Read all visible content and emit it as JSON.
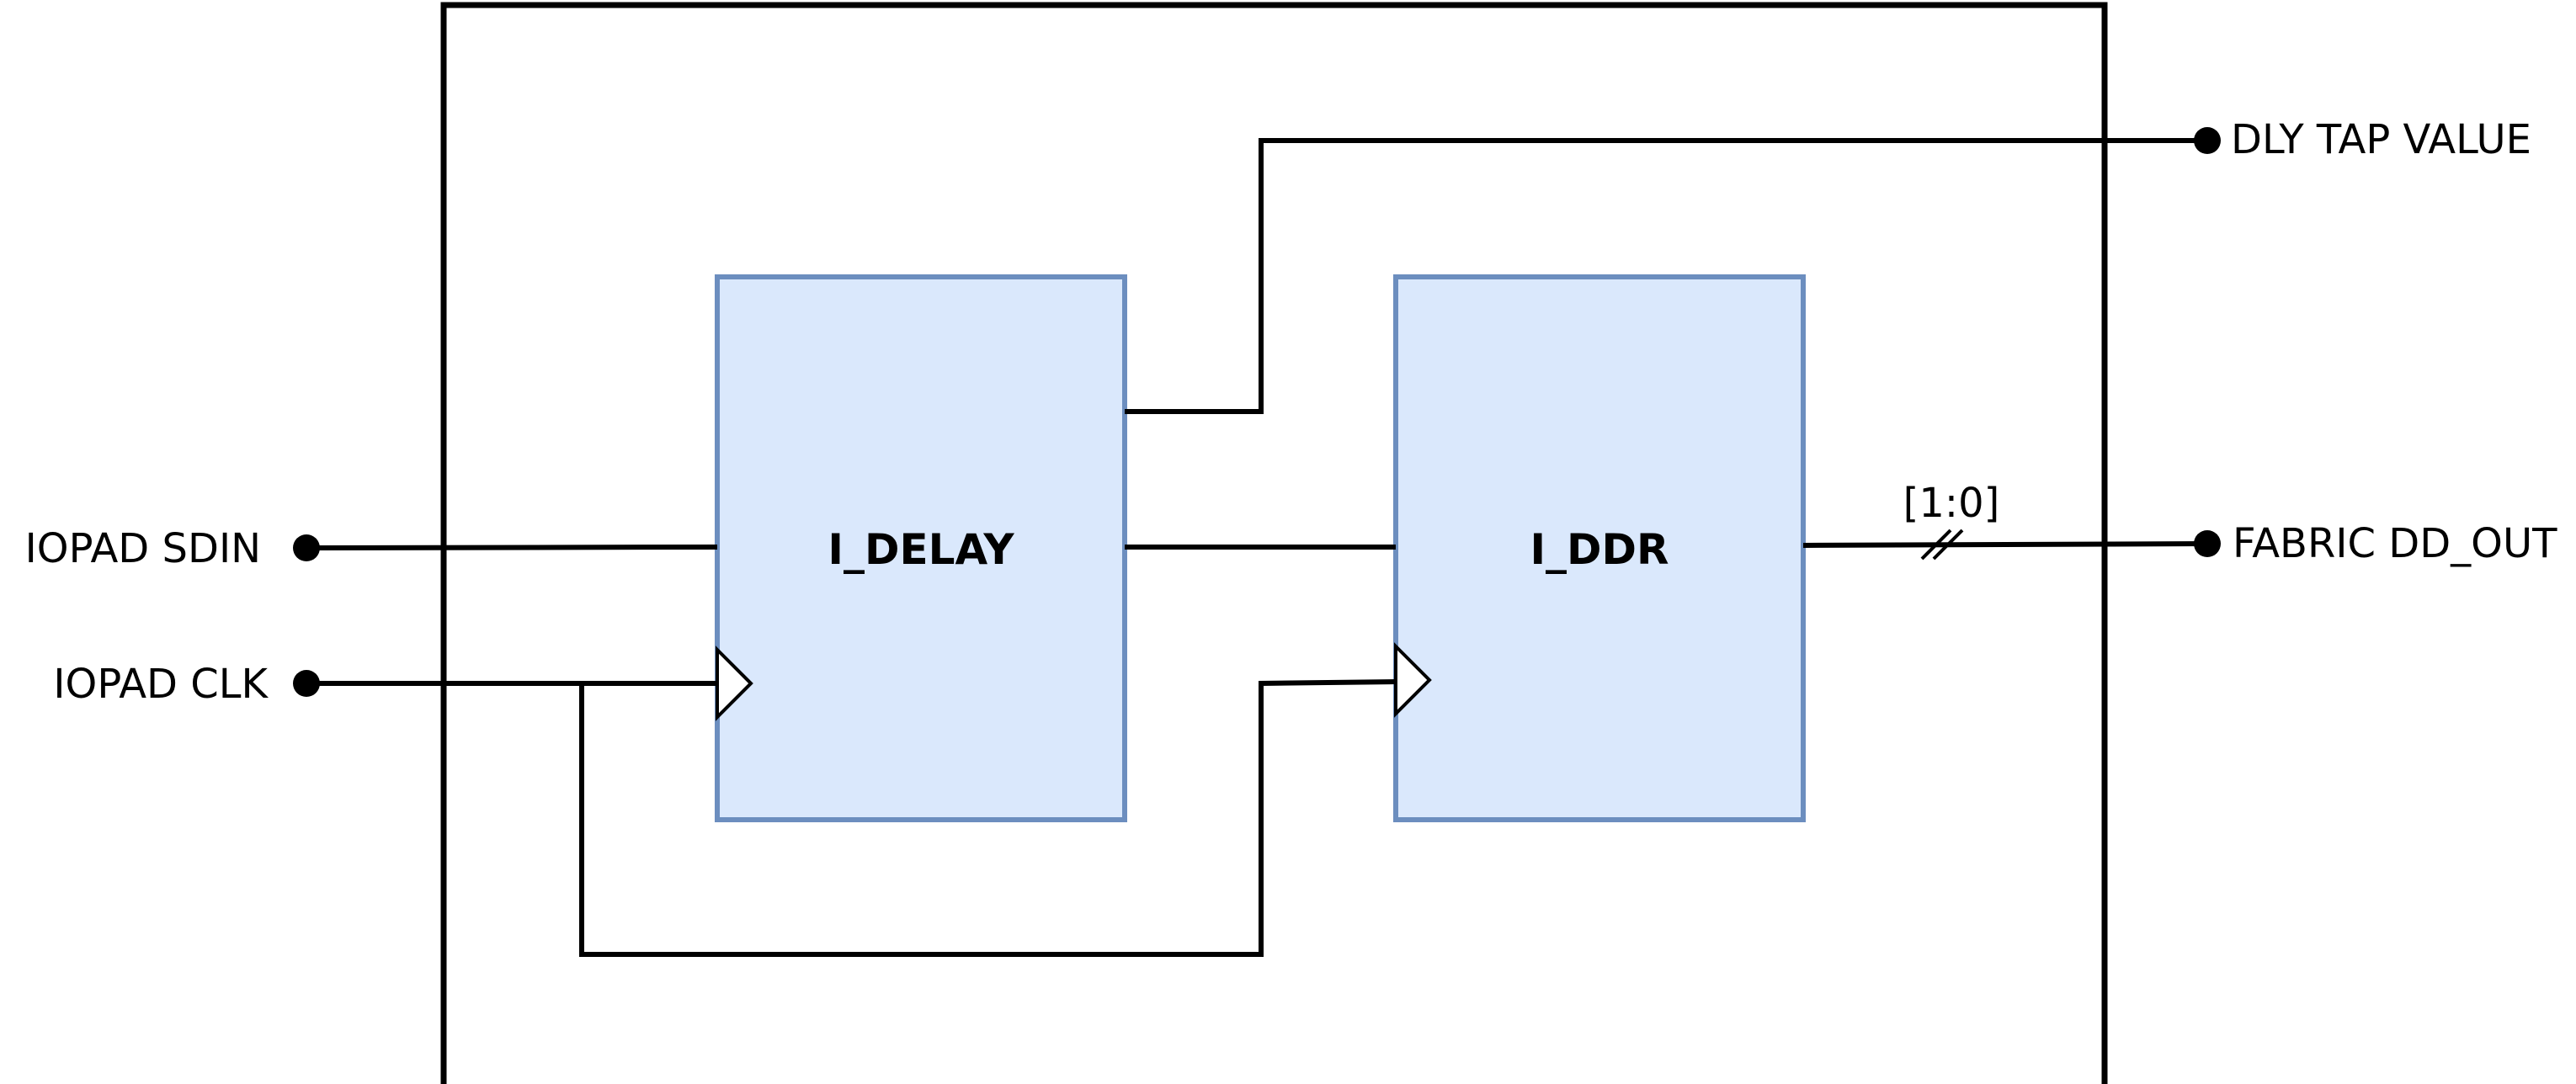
{
  "blocks": {
    "delay": {
      "label": "I_DELAY"
    },
    "ddr": {
      "label": "I_DDR"
    }
  },
  "ports": {
    "sdin": {
      "label": "IOPAD SDIN"
    },
    "clk": {
      "label": "IOPAD CLK"
    },
    "tap": {
      "label": "DLY TAP VALUE"
    },
    "out": {
      "label": "FABRIC DD_OUT"
    }
  },
  "bus_width": "[1:0]",
  "colors": {
    "block_fill": "#dae8fc",
    "block_stroke": "#6c8ebf",
    "wire": "#000000"
  }
}
